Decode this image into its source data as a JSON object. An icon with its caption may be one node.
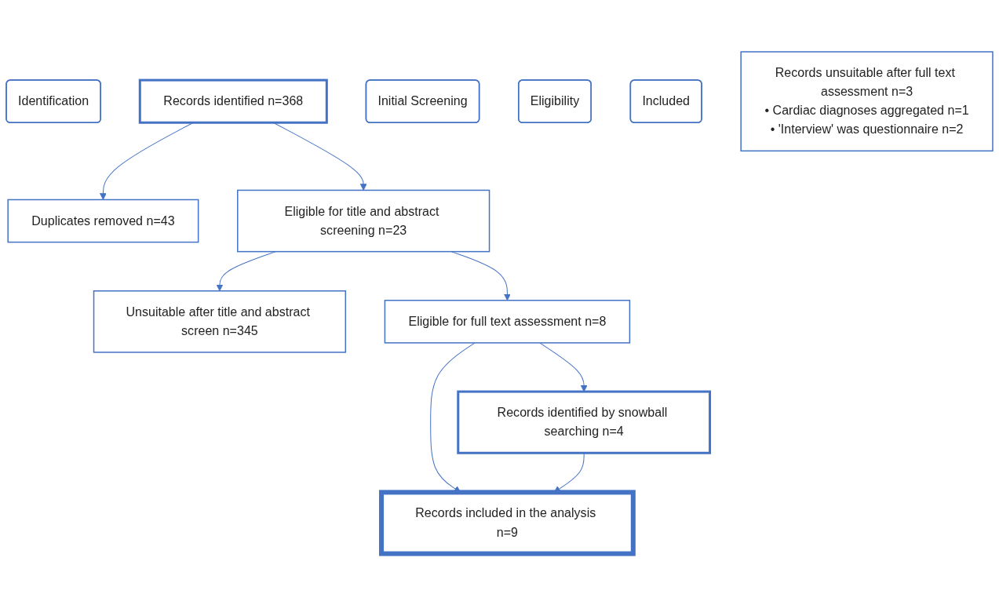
{
  "diagram": {
    "nodes": [
      {
        "text": [
          "Identification"
        ]
      },
      {
        "text": [
          "Records identified n=368"
        ]
      },
      {
        "text": [
          "Duplicates removed n=43"
        ]
      },
      {
        "text": [
          "Initial Screening"
        ]
      },
      {
        "text": [
          "Eligible for title and abstract screening n=23"
        ]
      },
      {
        "text": [
          "Unsuitable after title and abstract screen n=345"
        ]
      },
      {
        "text": [
          "Eligibility"
        ]
      },
      {
        "text": [
          "Eligible for full text assessment n=8"
        ]
      },
      {
        "text": [
          "Records identified by snowball searching n=4"
        ]
      },
      {
        "text": [
          "Included"
        ]
      },
      {
        "text": [
          "Records included in the analysis n=9"
        ]
      },
      {
        "text": [
          "Records unsuitable after full text assessment n=3",
          "• Cardiac diagnoses aggregated n=1",
          "• 'Interview' was questionnaire n=2"
        ]
      }
    ],
    "edges": [
      {
        "from": 1,
        "to": 4,
        "arrow": "to"
      },
      {
        "from": 1,
        "to": 2,
        "arrow": "to"
      },
      {
        "from": 4,
        "to": 7,
        "arrow": "to"
      },
      {
        "from": 4,
        "to": 5,
        "arrow": "to"
      },
      {
        "from": 7,
        "to": 8,
        "arrow": "to"
      },
      {
        "from": 7,
        "to": 10,
        "arrow": "to"
      },
      {
        "from": 8,
        "to": 10,
        "arrow": "to"
      }
    ]
  }
}
